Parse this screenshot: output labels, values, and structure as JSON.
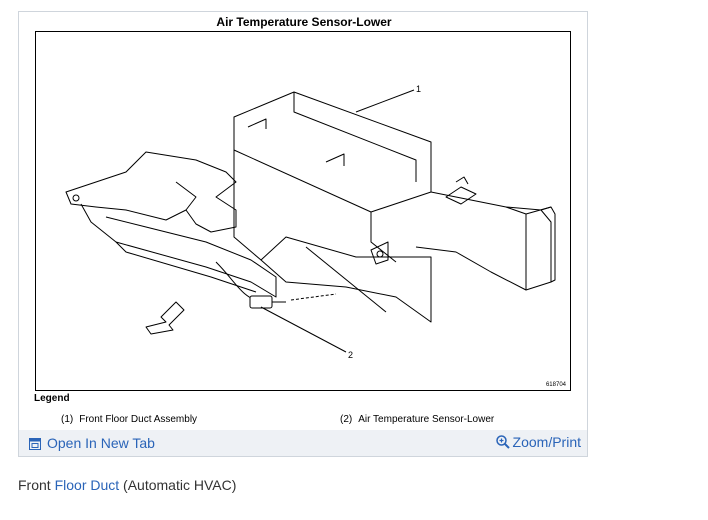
{
  "figure": {
    "title": "Air Temperature Sensor-Lower",
    "figure_number": "618704",
    "callouts": {
      "one": "1",
      "two": "2"
    },
    "legend": {
      "heading": "Legend",
      "items": [
        {
          "num": "(1)",
          "label": "Front Floor Duct Assembly"
        },
        {
          "num": "(2)",
          "label": "Air Temperature Sensor-Lower"
        }
      ]
    },
    "actions": {
      "open_new_tab": "Open In New Tab",
      "zoom_print": "Zoom/Print"
    }
  },
  "caption": {
    "prefix": "Front ",
    "link": "Floor Duct",
    "suffix": " (Automatic HVAC)"
  },
  "colors": {
    "link": "#2a64b8",
    "action_bar": "#eef1f5"
  },
  "icons": [
    "open-new-tab-icon",
    "zoom-in-icon"
  ]
}
